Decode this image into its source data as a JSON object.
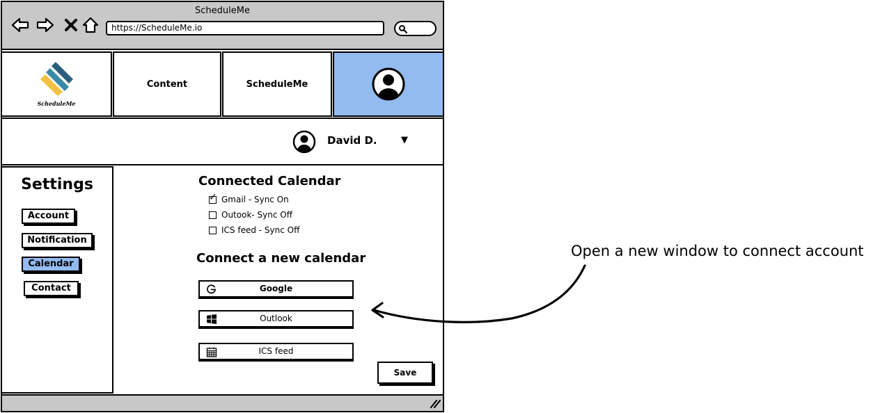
{
  "window": {
    "title": "ScheduleMe",
    "url": "https://ScheduleMe.io"
  },
  "icons": {
    "back": "back-arrow-icon",
    "forward": "forward-arrow-icon",
    "close": "close-icon",
    "home": "home-icon",
    "search": "search-icon",
    "logo": "schedule-logo-icon",
    "avatar": "user-avatar-icon",
    "dropdown": "caret-down-icon",
    "google": "google-icon",
    "windows": "windows-icon",
    "calendar": "calendar-icon",
    "resize": "resize-grip-icon"
  },
  "nav": {
    "logo_text": "ScheduleMe",
    "tabs": [
      {
        "label": "Content"
      },
      {
        "label": "ScheduleMe"
      }
    ]
  },
  "user": {
    "name": "David D.",
    "dropdown_glyph": "▼"
  },
  "sidebar": {
    "title": "Settings",
    "items": [
      {
        "label": "Account",
        "active": false
      },
      {
        "label": "Notification",
        "active": false
      },
      {
        "label": "Calendar",
        "active": true
      },
      {
        "label": "Contact",
        "active": false
      }
    ]
  },
  "connected": {
    "heading": "Connected Calendar",
    "items": [
      {
        "label": "Gmail - Sync On",
        "checked": true
      },
      {
        "label": "Outook- Sync Off",
        "checked": false
      },
      {
        "label": "ICS feed - Sync Off",
        "checked": false
      }
    ]
  },
  "connect_new": {
    "heading": "Connect a new calendar",
    "buttons": [
      {
        "label": "Google"
      },
      {
        "label": "Outlook"
      },
      {
        "label": "ICS feed"
      }
    ]
  },
  "save_label": "Save",
  "annotation": {
    "text": "Open a new window to connect account"
  },
  "colors": {
    "chrome_gray": "#c8c8c8",
    "active_blue": "#93bbf0",
    "logo_navy": "#2a5e7e",
    "logo_teal": "#3a8aa5",
    "logo_yellow": "#f2c144"
  }
}
